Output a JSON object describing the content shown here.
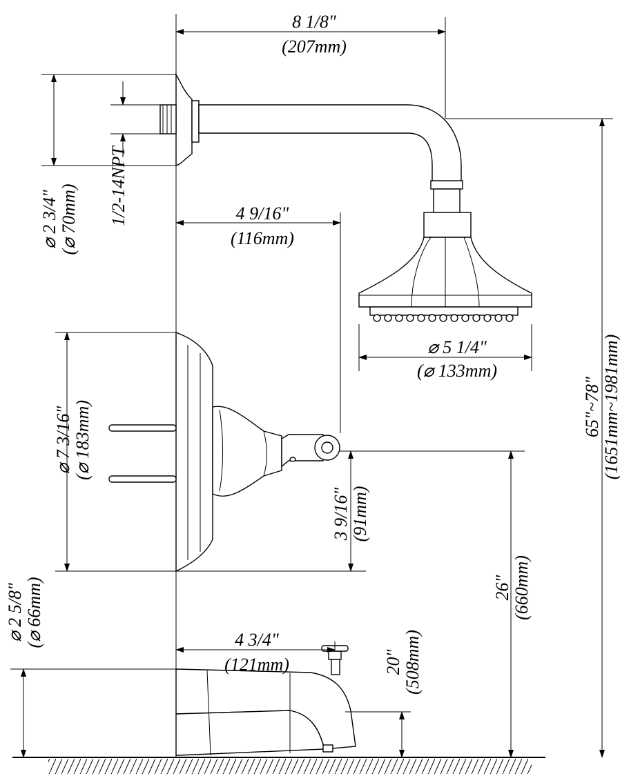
{
  "dimensions": {
    "arm_length": {
      "imperial": "8 1/8\"",
      "metric": "(207mm)"
    },
    "flange_dia": {
      "imperial": "⌀ 2 3/4\"",
      "metric": "(⌀ 70mm)"
    },
    "thread": {
      "label": "1/2-14NPT"
    },
    "handle_projection": {
      "imperial": "4 9/16\"",
      "metric": "(116mm)"
    },
    "head_dia": {
      "imperial": "⌀ 5 1/4\"",
      "metric": "(⌀ 133mm)"
    },
    "escutcheon_dia": {
      "imperial": "⌀ 7 3/16\"",
      "metric": "(⌀ 183mm)"
    },
    "head_height": {
      "imperial": "65\"~78\"",
      "metric": "(1651mm~1981mm)"
    },
    "handle_offset": {
      "imperial": "3 9/16\"",
      "metric": "(91mm)"
    },
    "valve_height": {
      "imperial": "26\"",
      "metric": "(660mm)"
    },
    "spout_flange_dia": {
      "imperial": "⌀ 2 5/8\"",
      "metric": "(⌀ 66mm)"
    },
    "spout_projection": {
      "imperial": "4 3/4\"",
      "metric": "(121mm)"
    },
    "spout_height": {
      "imperial": "20\"",
      "metric": "(508mm)"
    }
  }
}
